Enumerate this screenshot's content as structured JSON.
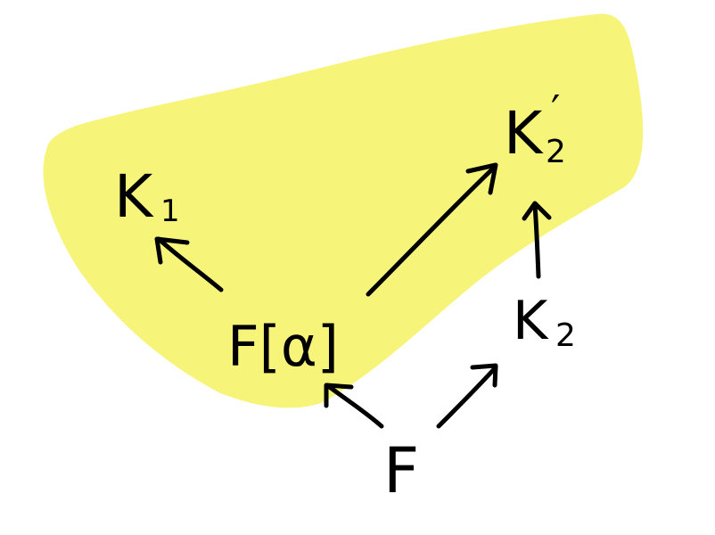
{
  "colors": {
    "highlight": "#f7f47a",
    "ink": "#000000",
    "background": "#ffffff"
  },
  "nodes": {
    "k1": {
      "base": "K",
      "sub": "1"
    },
    "k2_prime": {
      "base": "K",
      "sub": "2",
      "mark": "′"
    },
    "f_alpha": {
      "text": "F[α]"
    },
    "k2": {
      "base": "K",
      "sub": "2"
    },
    "f": {
      "text": "F"
    }
  }
}
